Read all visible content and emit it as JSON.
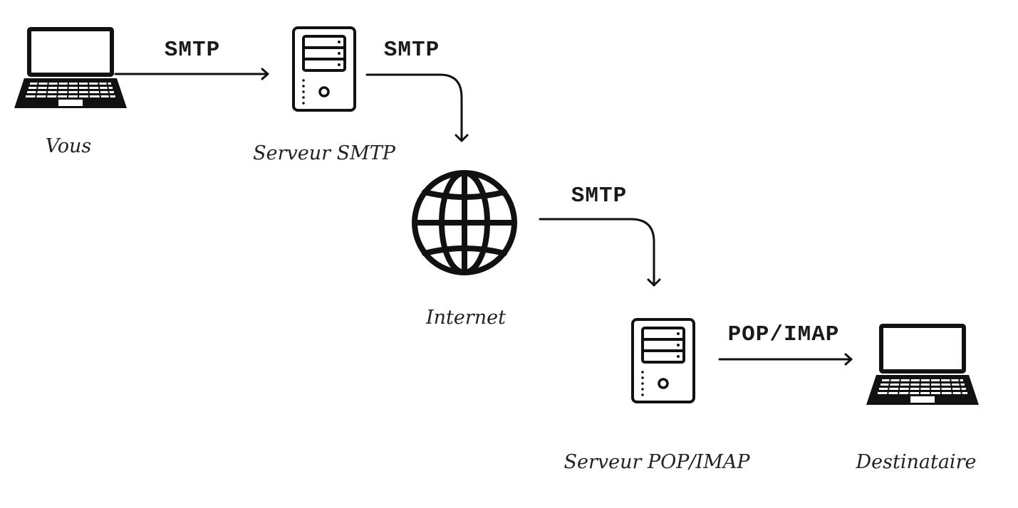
{
  "nodes": {
    "sender": {
      "label": "Vous",
      "icon": "laptop-icon"
    },
    "smtp_server": {
      "label": "Serveur SMTP",
      "icon": "server-icon"
    },
    "internet": {
      "label": "Internet",
      "icon": "globe-icon"
    },
    "pop_imap_server": {
      "label": "Serveur POP/IMAP",
      "icon": "server-icon"
    },
    "recipient": {
      "label": "Destinataire",
      "icon": "laptop-icon"
    }
  },
  "edges": {
    "sender_to_smtp": {
      "label": "SMTP"
    },
    "smtp_to_internet": {
      "label": "SMTP"
    },
    "internet_to_pop": {
      "label": "SMTP"
    },
    "pop_to_recipient": {
      "label": "POP/IMAP"
    }
  },
  "colors": {
    "ink": "#111111",
    "background": "#ffffff"
  }
}
